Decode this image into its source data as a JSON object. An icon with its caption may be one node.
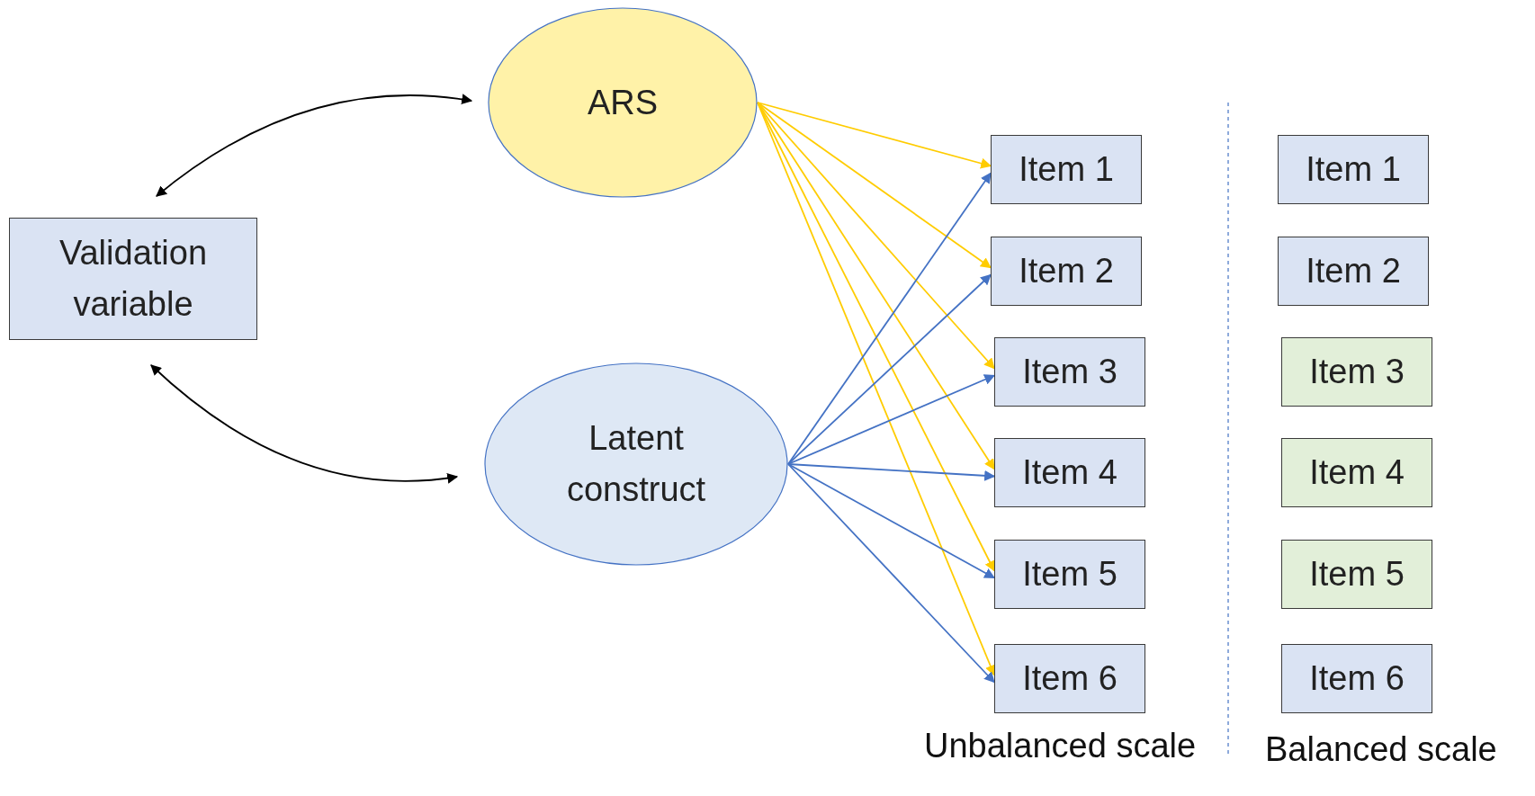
{
  "diagram": {
    "nodes": [
      {
        "text": [
          "ARS"
        ]
      },
      {
        "text": [
          "Validation variable"
        ]
      },
      {
        "text": [
          "Latent construct"
        ]
      },
      {
        "text": [
          "Item 1"
        ]
      },
      {
        "text": [
          "Item 2"
        ]
      },
      {
        "text": [
          "Item 3"
        ]
      },
      {
        "text": [
          "Item 4"
        ]
      },
      {
        "text": [
          "Item 5"
        ]
      },
      {
        "text": [
          "Item 6"
        ]
      },
      {
        "text": [
          "Item 1"
        ]
      },
      {
        "text": [
          "Item 2"
        ]
      },
      {
        "text": [
          "Item 3"
        ]
      },
      {
        "text": [
          "Item 4"
        ]
      },
      {
        "text": [
          "Item 5"
        ]
      },
      {
        "text": [
          "Item 6"
        ]
      }
    ],
    "edges": [
      {
        "from": 1,
        "to": 0,
        "arrow": "both",
        "color": "#000000"
      },
      {
        "from": 1,
        "to": 2,
        "arrow": "both",
        "color": "#000000"
      },
      {
        "from": 0,
        "to": 3,
        "arrow": "to",
        "color": "#ffcc00"
      },
      {
        "from": 0,
        "to": 4,
        "arrow": "to",
        "color": "#ffcc00"
      },
      {
        "from": 0,
        "to": 5,
        "arrow": "to",
        "color": "#ffcc00"
      },
      {
        "from": 0,
        "to": 6,
        "arrow": "to",
        "color": "#ffcc00"
      },
      {
        "from": 0,
        "to": 7,
        "arrow": "to",
        "color": "#ffcc00"
      },
      {
        "from": 0,
        "to": 8,
        "arrow": "to",
        "color": "#ffcc00"
      },
      {
        "from": 2,
        "to": 3,
        "arrow": "to",
        "color": "#4472c4"
      },
      {
        "from": 2,
        "to": 4,
        "arrow": "to",
        "color": "#4472c4"
      },
      {
        "from": 2,
        "to": 5,
        "arrow": "to",
        "color": "#4472c4"
      },
      {
        "from": 2,
        "to": 6,
        "arrow": "to",
        "color": "#4472c4"
      },
      {
        "from": 2,
        "to": 7,
        "arrow": "to",
        "color": "#4472c4"
      },
      {
        "from": 2,
        "to": 8,
        "arrow": "to",
        "color": "#4472c4"
      }
    ],
    "labels": [
      "Unbalanced scale",
      "Balanced scale"
    ]
  }
}
